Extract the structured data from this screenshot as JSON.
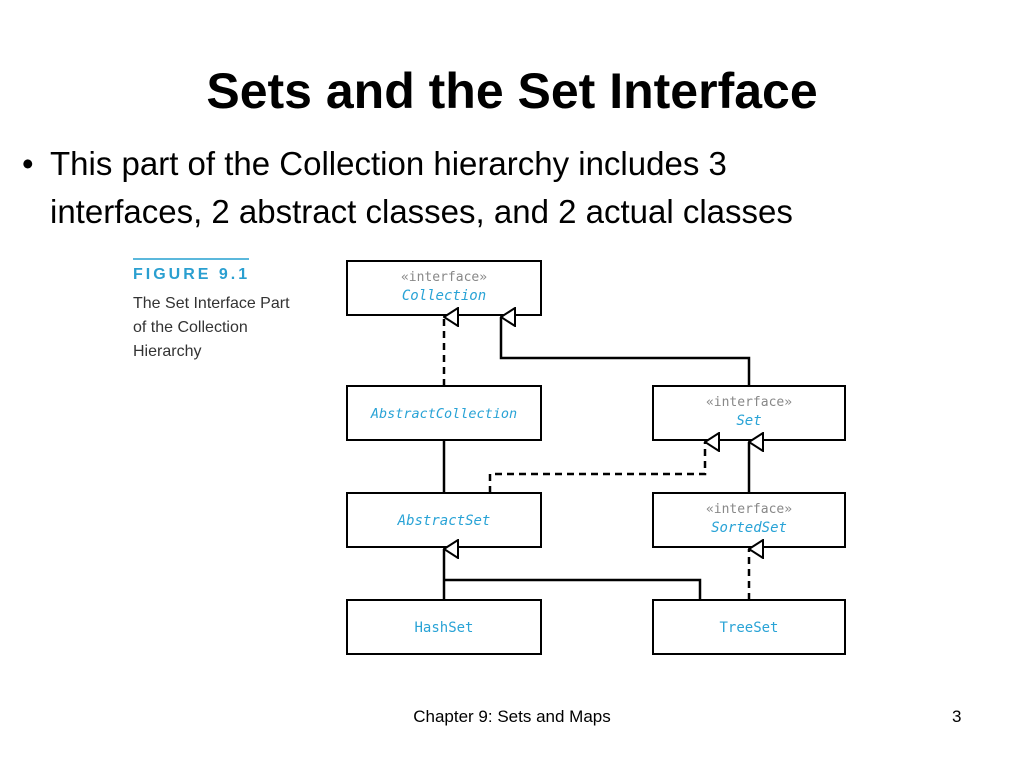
{
  "slide": {
    "title": "Sets and the Set Interface",
    "bullet_marker": "•",
    "bullet_lines": [
      "This part of the Collection hierarchy includes 3",
      "interfaces, 2 abstract classes, and 2 actual classes"
    ]
  },
  "figure": {
    "label": "FIGURE 9.1",
    "caption_lines": [
      "The Set Interface Part",
      "of the Collection",
      "Hierarchy"
    ]
  },
  "diagram": {
    "nodes": {
      "collection": {
        "stereotype": "«interface»",
        "name": "Collection"
      },
      "abstract_collection": {
        "name": "AbstractCollection"
      },
      "set": {
        "stereotype": "«interface»",
        "name": "Set"
      },
      "abstract_set": {
        "name": "AbstractSet"
      },
      "sorted_set": {
        "stereotype": "«interface»",
        "name": "SortedSet"
      },
      "hash_set": {
        "name": "HashSet"
      },
      "tree_set": {
        "name": "TreeSet"
      }
    },
    "edges": [
      {
        "from": "AbstractCollection",
        "to": "Collection",
        "kind": "realization"
      },
      {
        "from": "Set",
        "to": "Collection",
        "kind": "generalization"
      },
      {
        "from": "AbstractSet",
        "to": "AbstractCollection",
        "kind": "generalization"
      },
      {
        "from": "AbstractSet",
        "to": "Set",
        "kind": "realization"
      },
      {
        "from": "SortedSet",
        "to": "Set",
        "kind": "generalization"
      },
      {
        "from": "HashSet",
        "to": "AbstractSet",
        "kind": "generalization"
      },
      {
        "from": "TreeSet",
        "to": "AbstractSet",
        "kind": "generalization"
      },
      {
        "from": "TreeSet",
        "to": "SortedSet",
        "kind": "realization"
      }
    ],
    "colors": {
      "class_name": "#29a3d6",
      "stereotype": "#888888",
      "line": "#000000"
    }
  },
  "footer": {
    "chapter": "Chapter 9: Sets and Maps",
    "page": "3"
  }
}
